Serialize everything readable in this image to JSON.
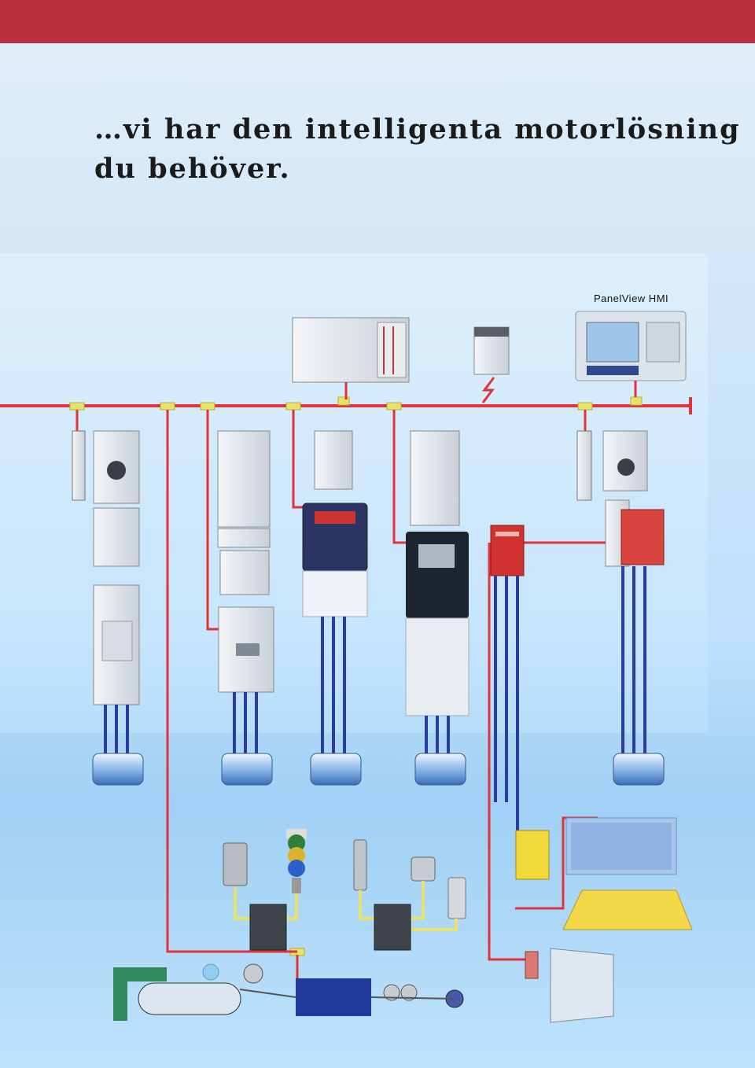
{
  "header": {
    "accent": "#b9303b"
  },
  "headline": {
    "line1": "…vi har den intelligenta motorlösning",
    "line2": "du behöver."
  },
  "devices": {
    "hmi_label": "PanelView HMI"
  },
  "colors": {
    "network": "#e0333c",
    "motor_wire": "#2b3c9e",
    "io_wire": "#e8e26a"
  }
}
